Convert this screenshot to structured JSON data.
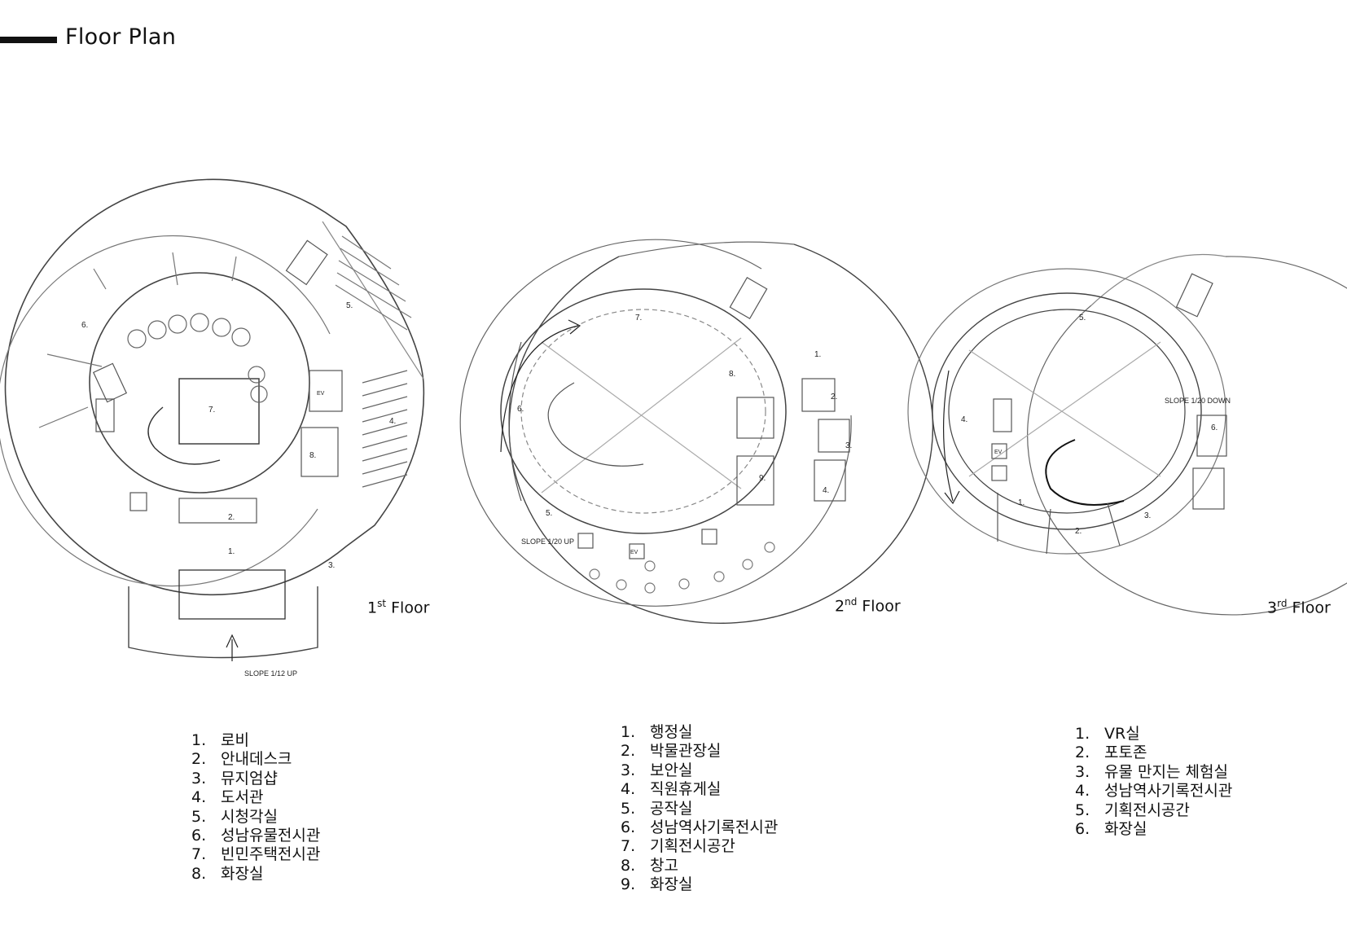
{
  "page": {
    "title": "Floor Plan"
  },
  "floors": [
    {
      "label_num": "1",
      "label_sup": "st",
      "label_word": "Floor",
      "slope_label": "SLOPE 1/12 UP",
      "ev_label": "EV",
      "plan_numbers": [
        "1.",
        "2.",
        "3.",
        "4.",
        "5.",
        "6.",
        "7.",
        "8."
      ],
      "legend": [
        {
          "num": "1.",
          "text": "로비"
        },
        {
          "num": "2.",
          "text": "안내데스크"
        },
        {
          "num": "3.",
          "text": "뮤지엄샵"
        },
        {
          "num": "4.",
          "text": "도서관"
        },
        {
          "num": "5.",
          "text": "시청각실"
        },
        {
          "num": "6.",
          "text": "성남유물전시관"
        },
        {
          "num": "7.",
          "text": "빈민주택전시관"
        },
        {
          "num": "8.",
          "text": "화장실"
        }
      ]
    },
    {
      "label_num": "2",
      "label_sup": "nd",
      "label_word": "Floor",
      "slope_label": "SLOPE 1/20 UP",
      "ev_label": "EV",
      "plan_numbers": [
        "1.",
        "2.",
        "3.",
        "4.",
        "5.",
        "6.",
        "7.",
        "8.",
        "9."
      ],
      "legend": [
        {
          "num": "1.",
          "text": "행정실"
        },
        {
          "num": "2.",
          "text": "박물관장실"
        },
        {
          "num": "3.",
          "text": "보안실"
        },
        {
          "num": "4.",
          "text": "직원휴게실"
        },
        {
          "num": "5.",
          "text": "공작실"
        },
        {
          "num": "6.",
          "text": "성남역사기록전시관"
        },
        {
          "num": "7.",
          "text": "기획전시공간"
        },
        {
          "num": "8.",
          "text": "창고"
        },
        {
          "num": "9.",
          "text": "화장실"
        }
      ]
    },
    {
      "label_num": "3",
      "label_sup": "rd",
      "label_word": "Floor",
      "slope_label": "SLOPE 1/20 DOWN",
      "ev_label": "EV",
      "plan_numbers": [
        "1.",
        "2.",
        "3.",
        "4.",
        "5.",
        "6."
      ],
      "legend": [
        {
          "num": "1.",
          "text": "VR실"
        },
        {
          "num": "2.",
          "text": "포토존"
        },
        {
          "num": "3.",
          "text": "유물 만지는 체험실"
        },
        {
          "num": "4.",
          "text": "성남역사기록전시관"
        },
        {
          "num": "5.",
          "text": "기획전시공간"
        },
        {
          "num": "6.",
          "text": "화장실"
        }
      ]
    }
  ]
}
